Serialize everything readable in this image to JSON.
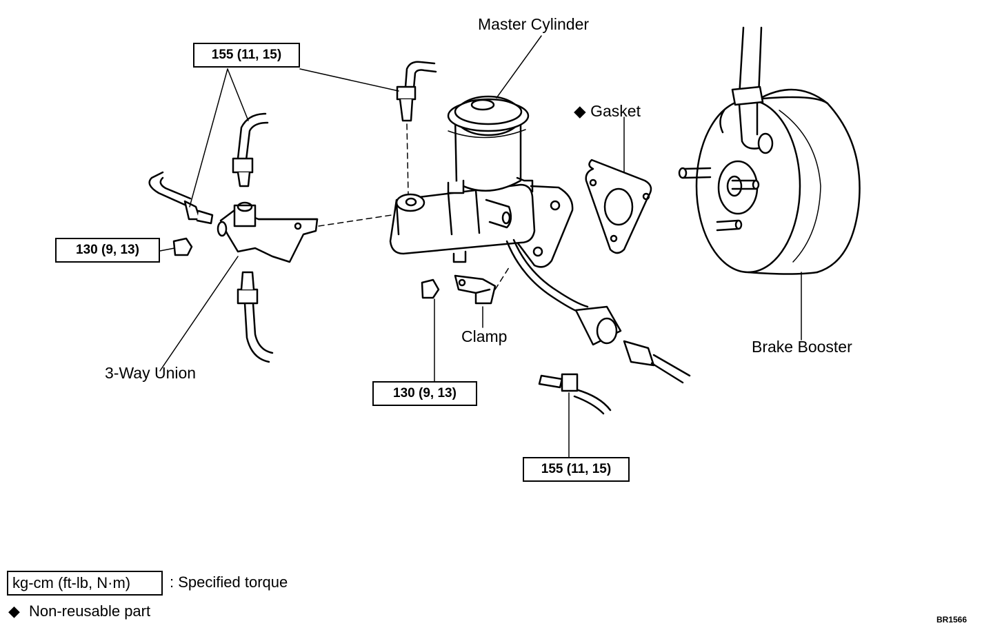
{
  "labels": {
    "master_cylinder": "Master Cylinder",
    "gasket_marker": "◆",
    "gasket": "Gasket",
    "brake_booster": "Brake Booster",
    "three_way_union": "3-Way Union",
    "clamp": "Clamp"
  },
  "torque_boxes": {
    "top_left": "155 (11, 15)",
    "left": "130 (9, 13)",
    "bottom_center": "130 (9, 13)",
    "bottom_right": "155 (11, 15)"
  },
  "legend": {
    "torque_units": "kg-cm (ft-lb, N·m)",
    "torque_desc": ": Specified torque",
    "nonreusable_marker": "◆",
    "nonreusable_desc": "Non-reusable part"
  },
  "figure_code": "BR1566"
}
